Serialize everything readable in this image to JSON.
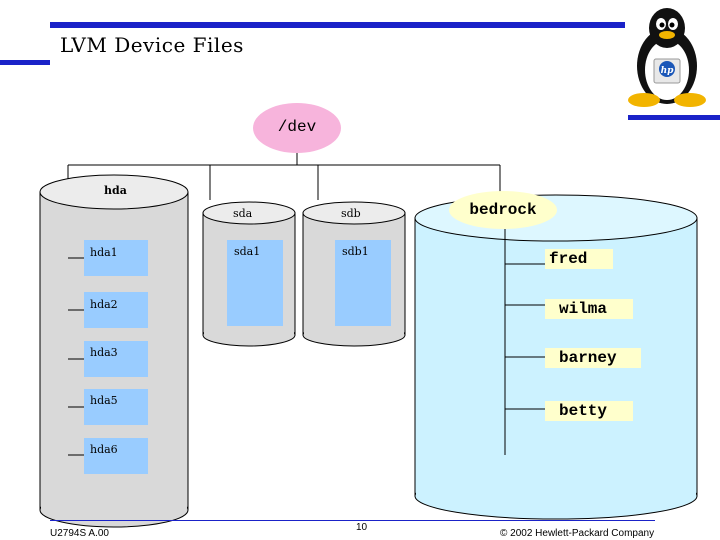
{
  "title": "LVM Device Files",
  "root_node": "/dev",
  "disks": {
    "hda": {
      "label": "hda",
      "partitions": [
        "hda1",
        "hda2",
        "hda3",
        "hda5",
        "hda6"
      ]
    },
    "sda": {
      "label": "sda",
      "partitions": [
        "sda1"
      ]
    },
    "sdb": {
      "label": "sdb",
      "partitions": [
        "sdb1"
      ]
    }
  },
  "volume_group": {
    "label": "bedrock",
    "logical_volumes": [
      "fred",
      "wilma",
      "barney",
      "betty"
    ]
  },
  "footer": {
    "course_code": "U2794S A.00",
    "page_number": "10",
    "copyright": "© 2002 Hewlett-Packard Company"
  },
  "colors": {
    "accent_bar": "#1a22c8",
    "dev_node": "#f7b4dc",
    "partition_fill": "#99ccff",
    "vg_fill": "#ccf2ff",
    "lv_label_fill": "#ffffcc",
    "disk_fill": "#d9d9d9"
  },
  "icons": [
    "tux-penguin-logo",
    "hp-logo"
  ]
}
